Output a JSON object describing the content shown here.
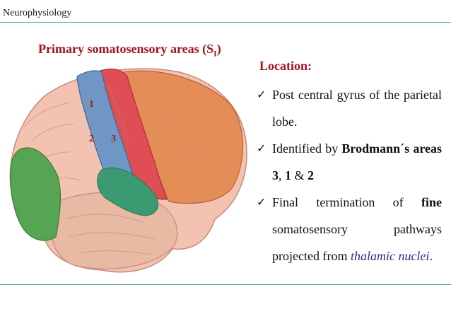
{
  "header": {
    "subject": "Neurophysiology"
  },
  "title": {
    "text": "Primary somatosensory areas (S",
    "sub": "I",
    "close": ")"
  },
  "figure": {
    "labels": [
      "1",
      "2",
      "3"
    ],
    "colors": {
      "frontal": "#f3c2b0",
      "motor": "#df4e55",
      "sensory": "#6f97c6",
      "parietal": "#e58d57",
      "occipital": "#55a552",
      "temporal": "#e8b9a3",
      "green_strip": "#3c9a72"
    }
  },
  "location": {
    "heading": "Location:"
  },
  "bullets": [
    {
      "parts": [
        "Post central gyrus of the parietal lobe."
      ]
    },
    {
      "pre": "Identified by ",
      "bold1": "Brodmann´s areas 3",
      "mid1": ", ",
      "bold2": "1",
      "mid2": " & ",
      "bold3": "2"
    },
    {
      "pre": "Final termination of ",
      "bold": "fine",
      "mid": " somatosensory pathways projected from ",
      "italic": "thalamic nuclei",
      "post": "."
    }
  ],
  "colors": {
    "title": "#a4121d",
    "rule": "#5aa57a",
    "italic_link": "#2a2a8c"
  }
}
